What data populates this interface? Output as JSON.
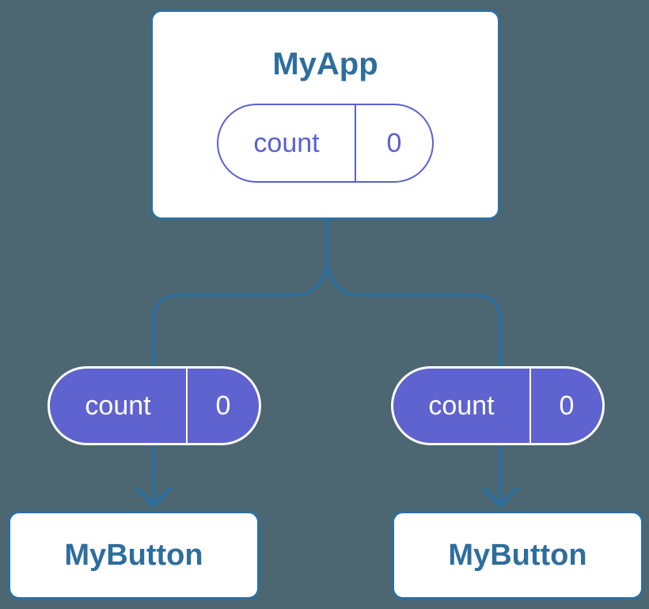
{
  "diagram": {
    "root": {
      "label": "MyApp",
      "prop": {
        "name": "count",
        "value": "0"
      }
    },
    "passed_props": {
      "left": {
        "name": "count",
        "value": "0"
      },
      "right": {
        "name": "count",
        "value": "0"
      }
    },
    "children": {
      "left": {
        "label": "MyButton"
      },
      "right": {
        "label": "MyButton"
      }
    }
  },
  "colors": {
    "background": "#4c6771",
    "line_blue": "#2e6f9f",
    "text_blue": "#2d6e9d",
    "pill_purple_fill": "#5e63cf",
    "pill_purple_outline": "#5a61d0",
    "card_white": "#ffffff"
  }
}
